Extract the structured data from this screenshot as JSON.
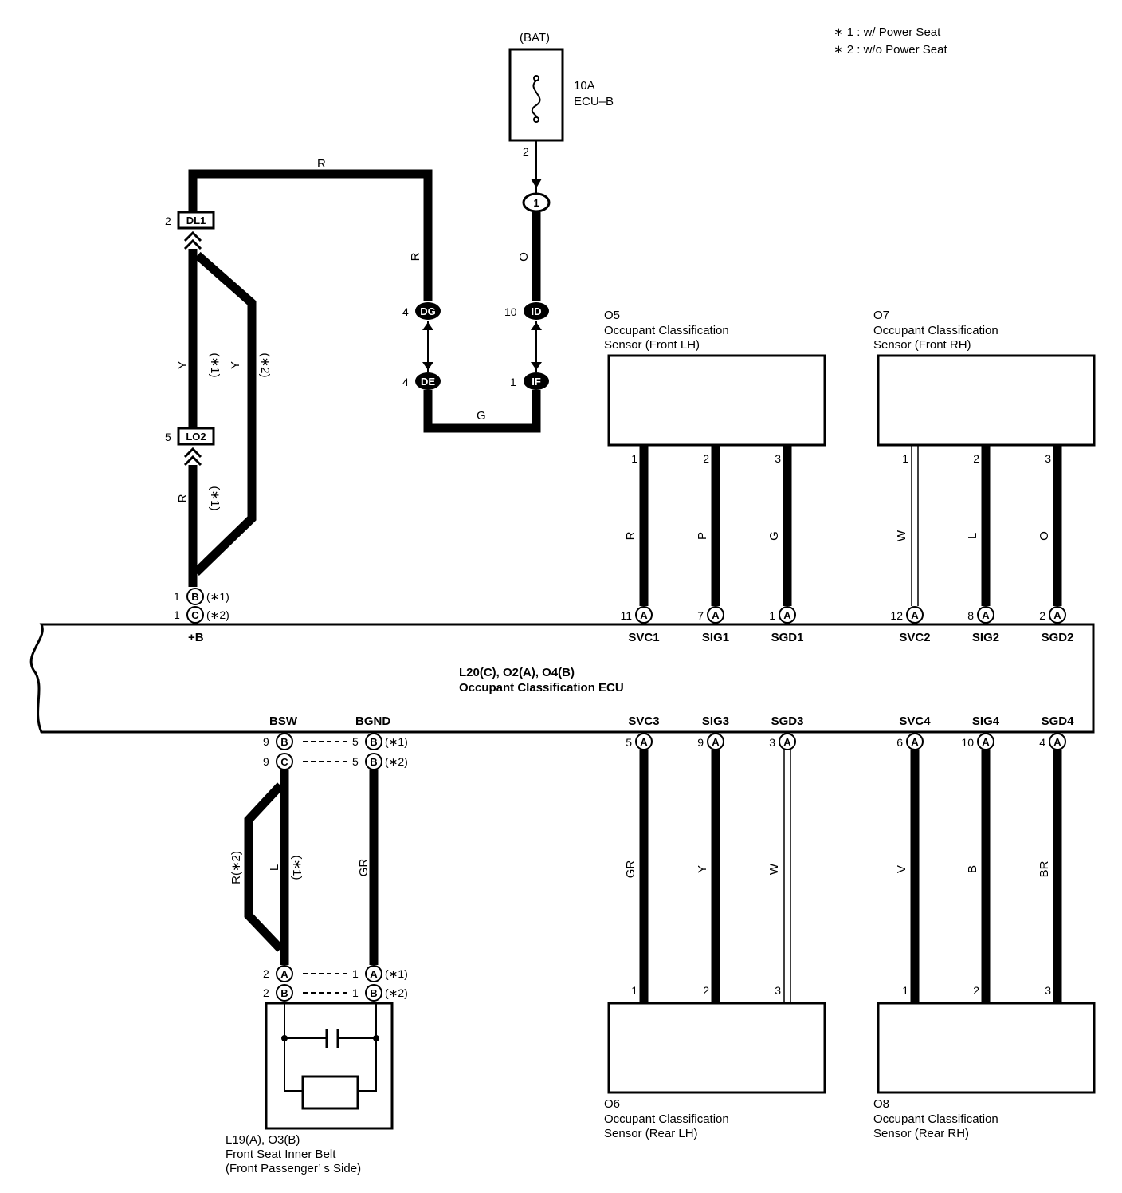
{
  "notes": [
    "∗ 1 : w/ Power Seat",
    "∗ 2 : w/o Power Seat"
  ],
  "fuse": {
    "source": "(BAT)",
    "rating": "10A",
    "name": "ECU–B",
    "pin": "2"
  },
  "junctions": {
    "j1": "1",
    "dg_pin": "4",
    "dg": "DG",
    "id_pin": "10",
    "id": "ID",
    "de_pin": "4",
    "de": "DE",
    "if_pin": "1",
    "if": "IF",
    "dl1_pin": "2",
    "dl1": "DL1",
    "lo2_pin": "5",
    "lo2": "LO2"
  },
  "wire_colors": {
    "top_r": "R",
    "dg_r": "R",
    "o": "O",
    "g": "G",
    "y1": "Y",
    "y2": "Y",
    "r1": "R",
    "l": "L",
    "r2": "R(∗2)",
    "gr": "GR"
  },
  "variant_marks": {
    "m1": "(∗1)",
    "m2": "(∗2)"
  },
  "ecu": {
    "name_line1": "L20(C), O2(A), O4(B)",
    "name_line2": "Occupant Classification ECU",
    "plus_b": "+B",
    "plus_b_pins": [
      {
        "pin": "1",
        "conn": "B",
        "mark": "(∗1)"
      },
      {
        "pin": "1",
        "conn": "C",
        "mark": "(∗2)"
      }
    ],
    "top_terminals": [
      {
        "name": "SVC1",
        "pin": "11",
        "conn": "A"
      },
      {
        "name": "SIG1",
        "pin": "7",
        "conn": "A"
      },
      {
        "name": "SGD1",
        "pin": "1",
        "conn": "A"
      },
      {
        "name": "SVC2",
        "pin": "12",
        "conn": "A"
      },
      {
        "name": "SIG2",
        "pin": "8",
        "conn": "A"
      },
      {
        "name": "SGD2",
        "pin": "2",
        "conn": "A"
      }
    ],
    "bottom_terminals": [
      {
        "name": "SVC3",
        "pin": "5",
        "conn": "A"
      },
      {
        "name": "SIG3",
        "pin": "9",
        "conn": "A"
      },
      {
        "name": "SGD3",
        "pin": "3",
        "conn": "A"
      },
      {
        "name": "SVC4",
        "pin": "6",
        "conn": "A"
      },
      {
        "name": "SIG4",
        "pin": "10",
        "conn": "A"
      },
      {
        "name": "SGD4",
        "pin": "4",
        "conn": "A"
      }
    ],
    "bsw": "BSW",
    "bgnd": "BGND",
    "bsw_pins": [
      {
        "pin": "9",
        "conn": "B"
      },
      {
        "pin": "9",
        "conn": "C"
      }
    ],
    "bgnd_pins": [
      {
        "pin": "5",
        "conn": "B",
        "mark": "(∗1)"
      },
      {
        "pin": "5",
        "conn": "B",
        "mark": "(∗2)"
      }
    ]
  },
  "sensors": {
    "o5": {
      "id": "O5",
      "line1": "Occupant Classification",
      "line2": "Sensor (Front LH)",
      "terminals": [
        "SVC1",
        "SIG1",
        "SGD1"
      ],
      "pins": [
        "1",
        "2",
        "3"
      ],
      "wires": [
        "R",
        "P",
        "G"
      ]
    },
    "o7": {
      "id": "O7",
      "line1": "Occupant Classification",
      "line2": "Sensor (Front RH)",
      "terminals": [
        "SVC2",
        "SIG2",
        "SGD2"
      ],
      "pins": [
        "1",
        "2",
        "3"
      ],
      "wires": [
        "W",
        "L",
        "O"
      ]
    },
    "o6": {
      "id": "O6",
      "line1": "Occupant Classification",
      "line2": "Sensor (Rear LH)",
      "terminals": [
        "SVC3",
        "SIG3",
        "SGD3"
      ],
      "pins": [
        "1",
        "2",
        "3"
      ],
      "wires": [
        "GR",
        "Y",
        "W"
      ]
    },
    "o8": {
      "id": "O8",
      "line1": "Occupant Classification",
      "line2": "Sensor (Rear RH)",
      "terminals": [
        "SVC4",
        "SIG4",
        "SGD4"
      ],
      "pins": [
        "1",
        "2",
        "3"
      ],
      "wires": [
        "V",
        "B",
        "BR"
      ]
    }
  },
  "belt": {
    "line1": "L19(A), O3(B)",
    "line2": "Front Seat Inner Belt",
    "line3": "(Front Passenger’ s Side)",
    "left_pins": [
      {
        "pin": "2",
        "conn": "A"
      },
      {
        "pin": "2",
        "conn": "B"
      }
    ],
    "right_pins": [
      {
        "pin": "1",
        "conn": "A",
        "mark": "(∗1)"
      },
      {
        "pin": "1",
        "conn": "B",
        "mark": "(∗2)"
      }
    ]
  }
}
